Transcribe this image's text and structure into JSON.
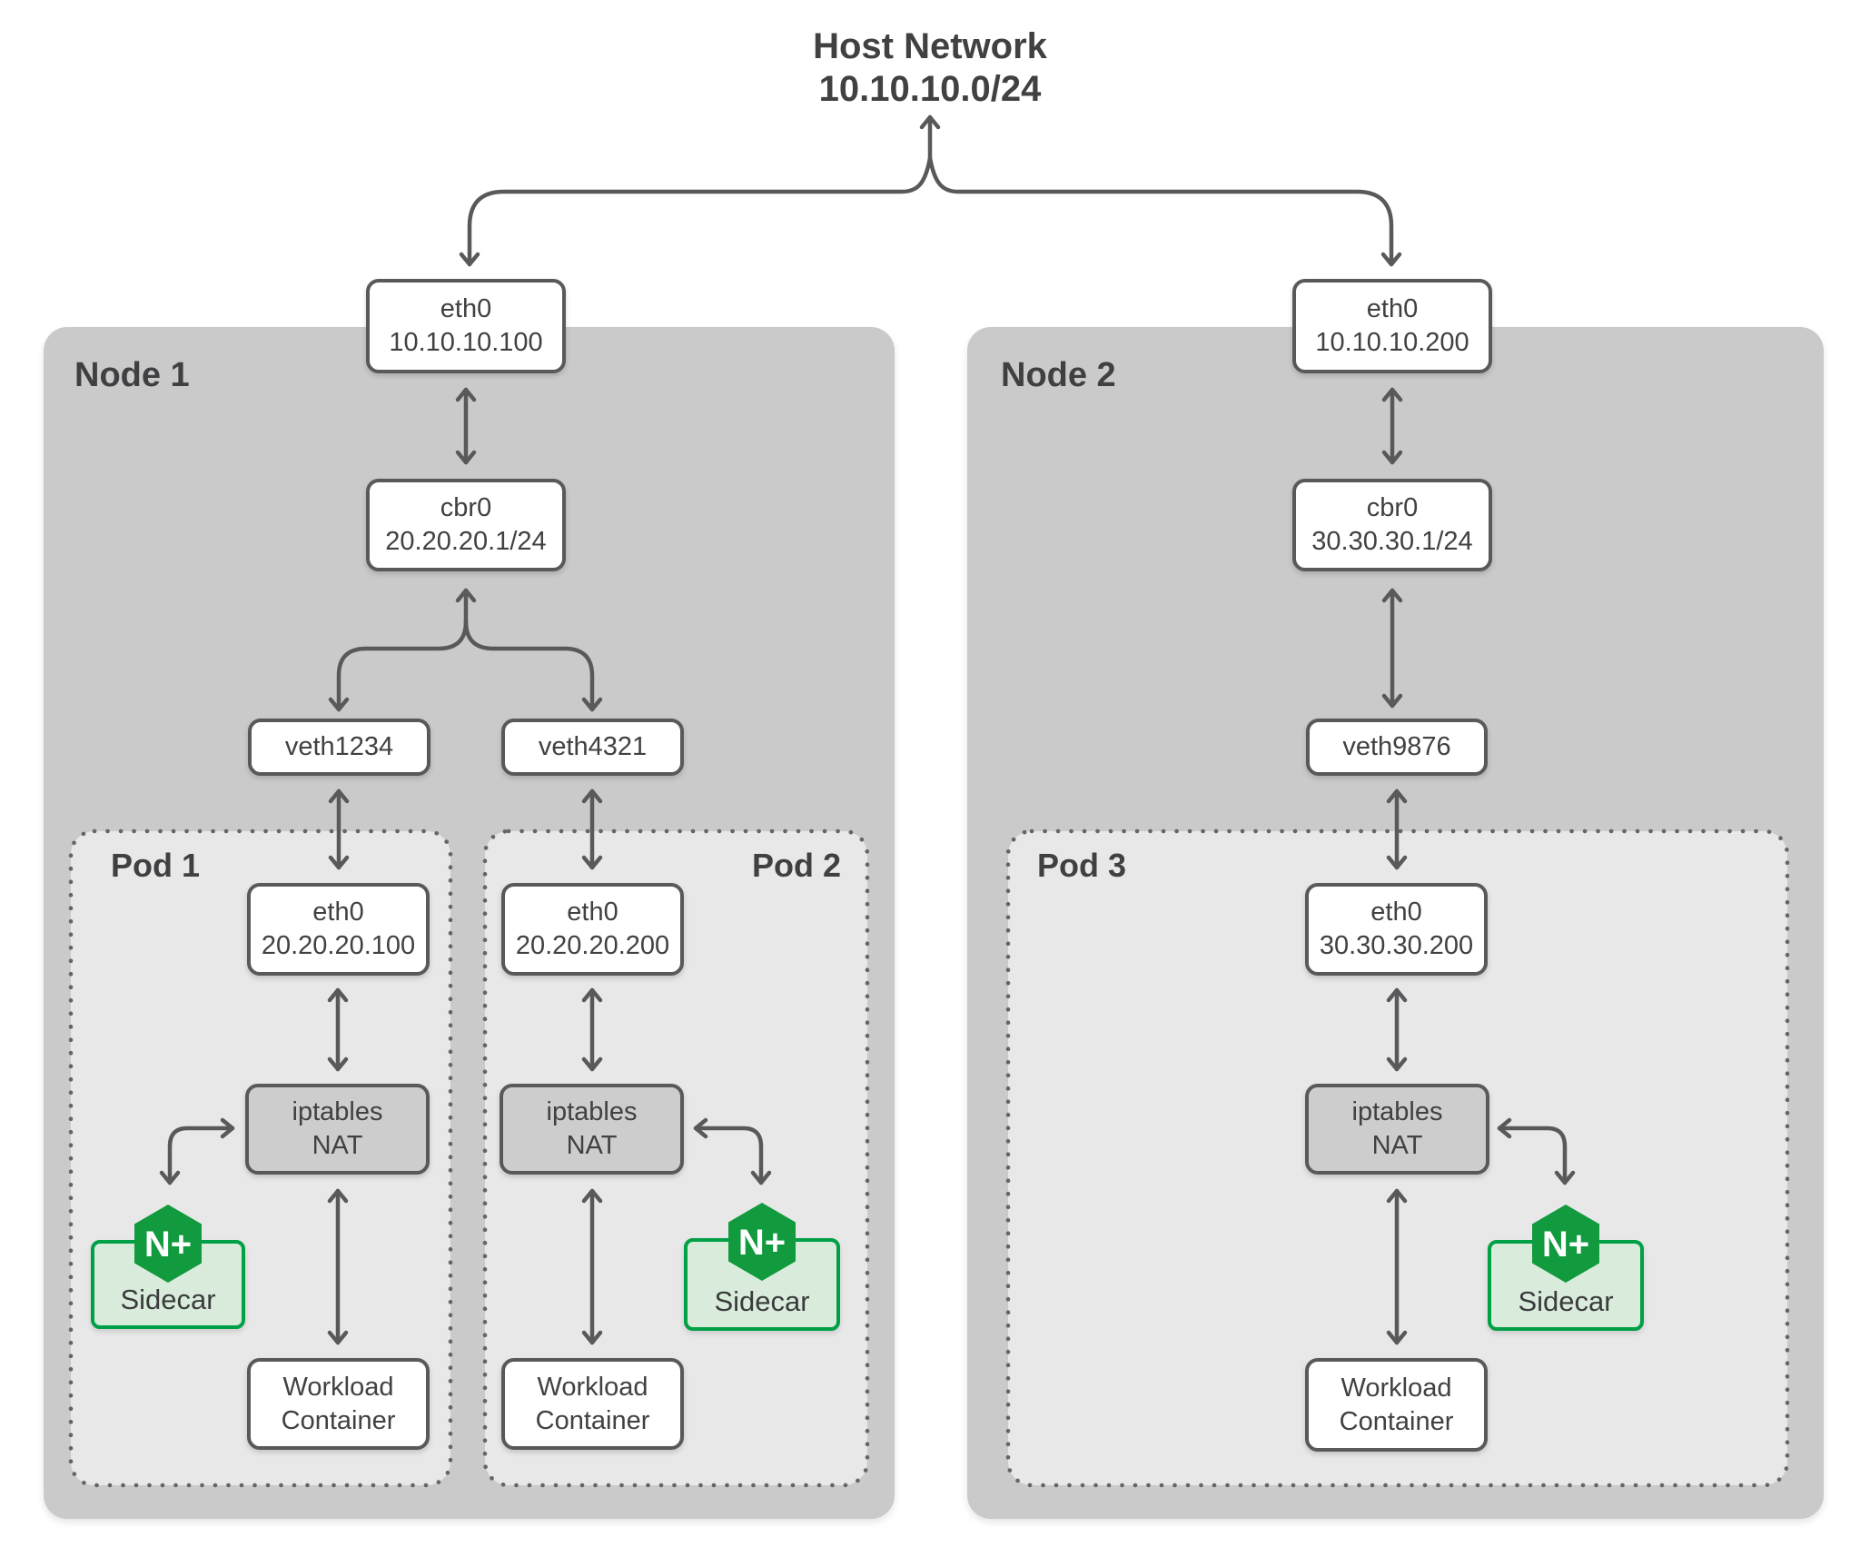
{
  "host_network": {
    "line1": "Host Network",
    "line2": "10.10.10.0/24"
  },
  "nodes": [
    {
      "label": "Node 1",
      "eth0": {
        "line1": "eth0",
        "line2": "10.10.10.100"
      },
      "cbr0": {
        "line1": "cbr0",
        "line2": "20.20.20.1/24"
      }
    },
    {
      "label": "Node 2",
      "eth0": {
        "line1": "eth0",
        "line2": "10.10.10.200"
      },
      "cbr0": {
        "line1": "cbr0",
        "line2": "30.30.30.1/24"
      }
    }
  ],
  "veths": [
    {
      "label": "veth1234"
    },
    {
      "label": "veth4321"
    },
    {
      "label": "veth9876"
    }
  ],
  "pods": [
    {
      "label": "Pod 1",
      "eth0": {
        "line1": "eth0",
        "line2": "20.20.20.100"
      },
      "nat": {
        "line1": "iptables",
        "line2": "NAT"
      },
      "sidecar": {
        "badge": "N+",
        "label": "Sidecar"
      },
      "workload": {
        "line1": "Workload",
        "line2": "Container"
      }
    },
    {
      "label": "Pod 2",
      "eth0": {
        "line1": "eth0",
        "line2": "20.20.20.200"
      },
      "nat": {
        "line1": "iptables",
        "line2": "NAT"
      },
      "sidecar": {
        "badge": "N+",
        "label": "Sidecar"
      },
      "workload": {
        "line1": "Workload",
        "line2": "Container"
      }
    },
    {
      "label": "Pod 3",
      "eth0": {
        "line1": "eth0",
        "line2": "30.30.30.200"
      },
      "nat": {
        "line1": "iptables",
        "line2": "NAT"
      },
      "sidecar": {
        "badge": "N+",
        "label": "Sidecar"
      },
      "workload": {
        "line1": "Workload",
        "line2": "Container"
      }
    }
  ],
  "colors": {
    "node_fill": "#cacaca",
    "pod_fill": "#e8e8e8",
    "pod_dot_border": "#646567",
    "nat_fill": "#cdcdcd",
    "box_border": "#58595b",
    "arrow": "#58595b",
    "text": "#414042",
    "nginx_green": "#119a3e",
    "sidecar_border": "#00a046",
    "sidecar_fill": "#d9ecdc"
  }
}
